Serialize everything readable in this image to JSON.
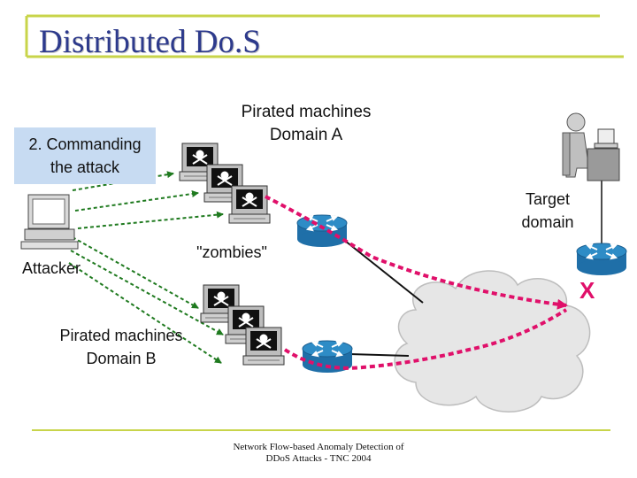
{
  "slide": {
    "title": "Distributed Do.S",
    "labels": {
      "commanding_line1": "2. Commanding",
      "commanding_line2": "the attack",
      "domain_a_line1": "Pirated machines",
      "domain_a_line2": "Domain A",
      "target_line1": "Target",
      "target_line2": "domain",
      "zombies": "\"zombies\"",
      "attacker": "Attacker",
      "domain_b_line1": "Pirated machines",
      "domain_b_line2": "Domain B",
      "attack_mark": "X"
    },
    "footer": {
      "line1": "Network Flow-based Anomaly Detection of",
      "line2": "DDoS Attacks - TNC 2004"
    }
  },
  "icons": {
    "attacker": "desktop-computer-icon",
    "zombie": "pirate-computer-icon",
    "router": "router-icon",
    "target": "person-at-workstation-icon",
    "network": "cloud-icon"
  },
  "colors": {
    "title": "#2d3a8c",
    "accent_line": "#c8d44a",
    "command_box": "#c7dbf2",
    "command_arrows": "#1f7a1f",
    "attack_path": "#e0106a",
    "router": "#2e8cc6",
    "cloud": "#e6e6e6"
  }
}
